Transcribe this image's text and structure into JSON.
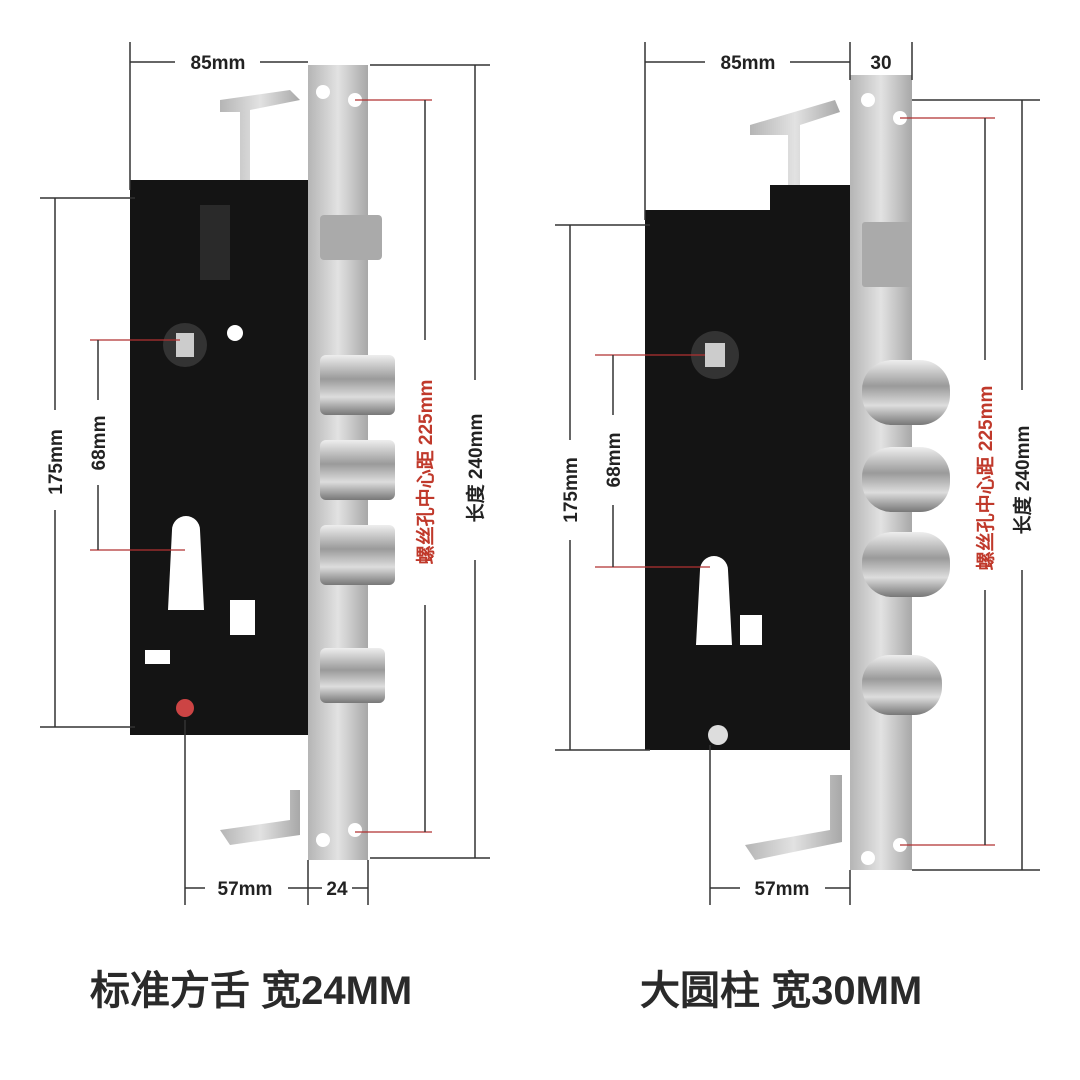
{
  "left_lock": {
    "width_body": "85mm",
    "faceplate_width": "24",
    "height_body": "175mm",
    "handle_to_cylinder": "68mm",
    "backset": "57mm",
    "screw_spacing": "螺丝孔中心距 225mm",
    "length": "长度 240mm",
    "caption": "标准方舌 宽24MM"
  },
  "right_lock": {
    "width_body": "85mm",
    "faceplate_width": "30",
    "height_body": "175mm",
    "handle_to_cylinder": "68mm",
    "backset": "57mm",
    "screw_spacing": "螺丝孔中心距 225mm",
    "length": "长度 240mm",
    "caption": "大圆柱 宽30MM"
  },
  "colors": {
    "body": "#141414",
    "steel": "#c9c9c9",
    "dimension_red": "#c0392b"
  }
}
